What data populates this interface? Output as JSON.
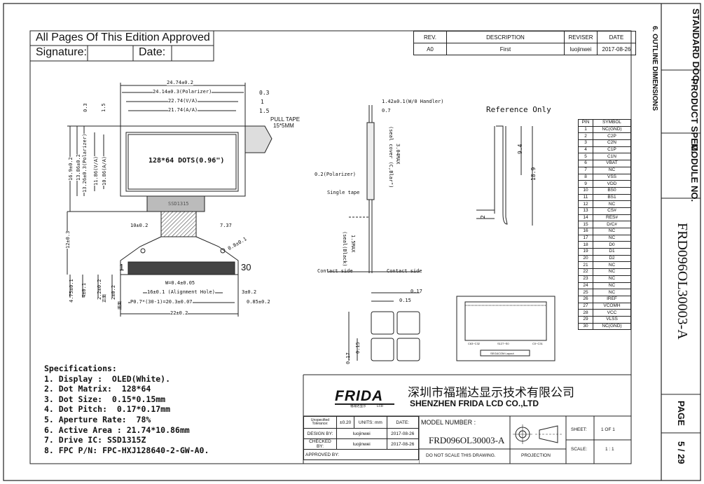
{
  "approval": {
    "line1": "All Pages Of This Edition Approved",
    "signature": "Signature:",
    "date": "Date:"
  },
  "revision": {
    "headers": [
      "REV.",
      "DESCRIPTION",
      "REVISER",
      "DATE"
    ],
    "rows": [
      [
        "A0",
        "First",
        "luojinwei",
        "2017-08-26"
      ]
    ]
  },
  "side": {
    "standard_doc": "STANDARD DOC.",
    "product_spec": "PRODUCT SPEC.",
    "module_no": "MODULE NO.",
    "module_number": "FRD096OL30003-A",
    "page_label": "PAGE",
    "page_value": "5 / 29",
    "section": "6. OUTLINE DIMENSIONS"
  },
  "drawing": {
    "dims_top": [
      "24.74±0.2",
      "24.14±0.3(Polarizer)",
      "22.74(V/A)",
      "21.74(A/A)",
      "0.3",
      "1",
      "1.5"
    ],
    "dims_left": [
      "0.3",
      "1.5",
      "10.86(A/A)",
      "11.86(V/A)",
      "13.26±0.3(Polarizer)",
      "13.86±0.2",
      "16.9±0.2",
      "12±0.3",
      "4.75±0.1",
      "4±0.1",
      "2.2±0.2",
      "2±0.2"
    ],
    "pull_tape": "PULL TAPE",
    "pull_tape_size": "15*5MM",
    "display_label": "128*64 DOTS(0.96\")",
    "ic_label": "SSD1315",
    "fpc_dims": [
      "10±0.2",
      "7.37",
      "0.8±0.1",
      "W=0.4±0.05",
      "16±0.1 (Alignment Hole)",
      "3±0.2",
      "P0.7*(30-1)=20.3±0.07",
      "0.85±0.2",
      "22±0.2"
    ],
    "pin_start": "1",
    "pin_end": "30",
    "cn1": "正面",
    "cn2": "底面",
    "side_view": [
      "1.42±0.1(W/0 Handler)",
      "0.7",
      "3.04MAX",
      "(seal cover (C,Blar\")",
      "0.2(Polarizer)",
      "Single tape",
      "1.5MAX",
      "(seal(Black)",
      "Contact side",
      "Contact side"
    ],
    "reference_only": "Reference Only",
    "ref_dims": [
      "9.4",
      "18.9",
      "2"
    ],
    "dot_dims": [
      "0.17",
      "0.15",
      "0.15",
      "0.17"
    ],
    "layout_labels": [
      "C63~C32",
      "S127~S0",
      "C0~C31",
      "SEG&COM Layout"
    ]
  },
  "pins": {
    "headers": [
      "PIN",
      "SYMBOL"
    ],
    "rows": [
      [
        "1",
        "NC(GND)"
      ],
      [
        "2",
        "C2P"
      ],
      [
        "3",
        "C2N"
      ],
      [
        "4",
        "C1P"
      ],
      [
        "5",
        "C1N"
      ],
      [
        "6",
        "VBAT"
      ],
      [
        "7",
        "NC"
      ],
      [
        "8",
        "VSS"
      ],
      [
        "9",
        "VDD"
      ],
      [
        "10",
        "BS0"
      ],
      [
        "11",
        "BS1"
      ],
      [
        "12",
        "NC"
      ],
      [
        "13",
        "CS#"
      ],
      [
        "14",
        "RES#"
      ],
      [
        "15",
        "D/C#"
      ],
      [
        "16",
        "NC"
      ],
      [
        "17",
        "NC"
      ],
      [
        "18",
        "D0"
      ],
      [
        "19",
        "D1"
      ],
      [
        "20",
        "D2"
      ],
      [
        "21",
        "NC"
      ],
      [
        "22",
        "NC"
      ],
      [
        "23",
        "NC"
      ],
      [
        "24",
        "NC"
      ],
      [
        "25",
        "NC"
      ],
      [
        "26",
        "IREF"
      ],
      [
        "27",
        "VCOMH"
      ],
      [
        "28",
        "VCC"
      ],
      [
        "29",
        "VLSS"
      ],
      [
        "30",
        "NC(GND)"
      ]
    ]
  },
  "specs": {
    "title": "Specifications:",
    "items": [
      "1. Display :  OLED(White).",
      "2. Dot Matrix:  128*64",
      "3. Dot Size:  0.15*0.15mm",
      "4. Dot Pitch:  0.17*0.17mm",
      "5. Aperture Rate:  78%",
      "6. Active Area : 21.74*10.86mm",
      "7. Drive IC: SSD1315Z",
      "8. FPC P/N: FPC-HXJ128640-2-GW-A0."
    ]
  },
  "company": {
    "logo": "FRIDA",
    "logo_sub": "福瑞达显示",
    "logo_lcd": "LCD",
    "name_cn": "深圳市福瑞达显示技术有限公司",
    "name_en": "SHENZHEN FRIDA LCD CO.,LTD"
  },
  "title_block": {
    "tolerance_label": "Unspecified Tolerance:",
    "tolerance": "±0.20",
    "units": "UNITS: mm",
    "date_label": "DATE:",
    "design": "DESIGN",
    "checked": "CHECKED",
    "approved": "APPROVED BY:",
    "by": "BY:",
    "designer": "luojinwei",
    "design_date": "2017-08-26",
    "checker": "luojinwei",
    "check_date": "2017-08-26",
    "model_label": "MODEL NUMBER :",
    "model": "FRD096OL30003-A",
    "no_scale": "DO NOT SCALE THIS DRAWING.",
    "projection": "PROJECTION",
    "sheet_label": "SHEET:",
    "sheet": "1  OF  1",
    "scale_label": "SCALE:",
    "scale": "1 : 1"
  }
}
